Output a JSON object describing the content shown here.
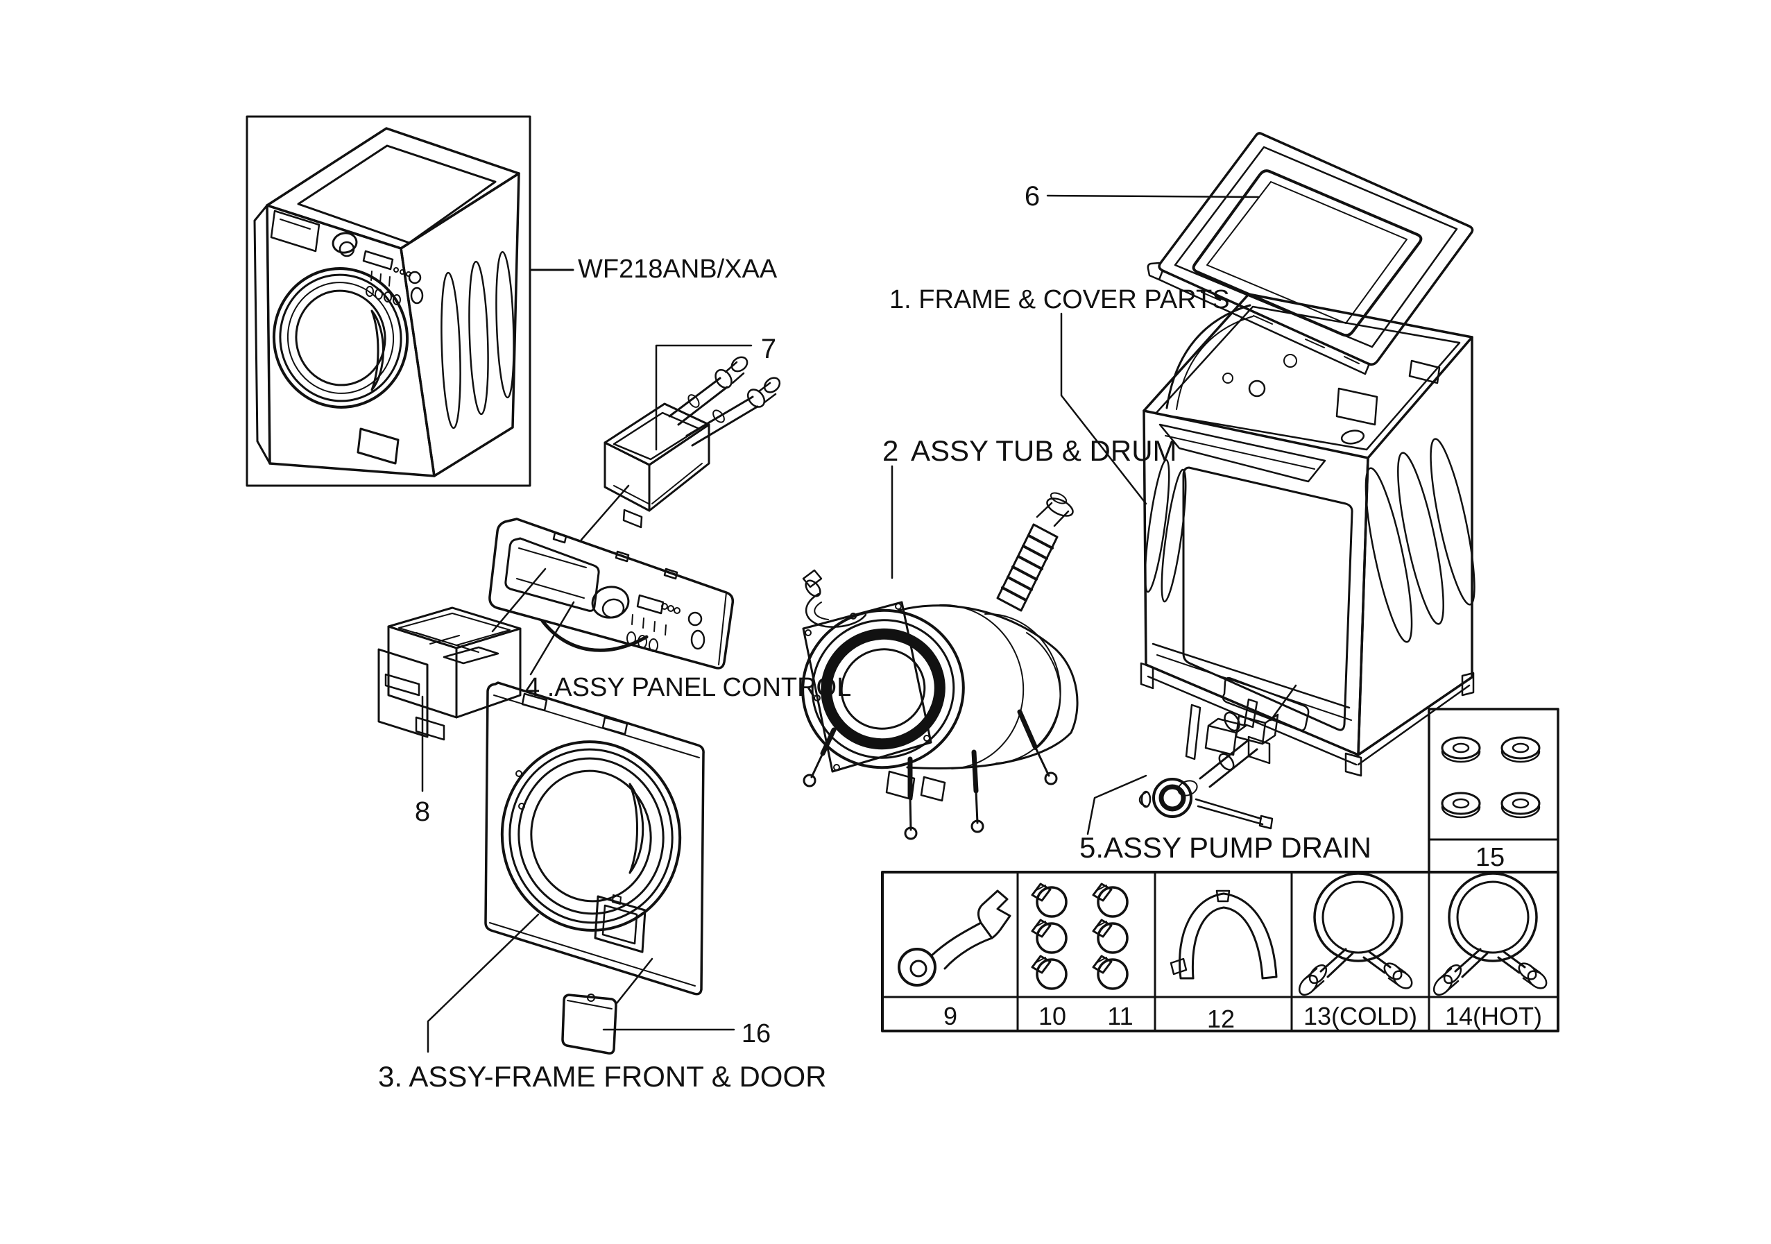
{
  "page": {
    "background": "#ffffff",
    "ink": "#111111"
  },
  "labels": {
    "model": "WF218ANB/XAA",
    "sec1": "1. FRAME & COVER PARTS",
    "sec2_num": "2",
    "sec2_text": "ASSY TUB & DRUM",
    "sec3": "3. ASSY-FRAME FRONT & DOOR",
    "sec4": "4 .ASSY PANEL CONTROL",
    "sec5": "5.ASSY PUMP DRAIN",
    "callout6": "6",
    "callout7": "7",
    "callout8": "8",
    "callout16": "16"
  },
  "parts_table": {
    "washer_kit_label": "15",
    "columns": [
      {
        "id": "spanner-wrench",
        "labels": [
          "9"
        ]
      },
      {
        "id": "hose-clamps",
        "labels": [
          "10",
          "11"
        ]
      },
      {
        "id": "drain-hose-guide",
        "labels": [
          "12"
        ]
      },
      {
        "id": "inlet-hose-cold",
        "labels": [
          "13(COLD)"
        ]
      },
      {
        "id": "inlet-hose-hot",
        "labels": [
          "14(HOT)"
        ]
      }
    ]
  }
}
